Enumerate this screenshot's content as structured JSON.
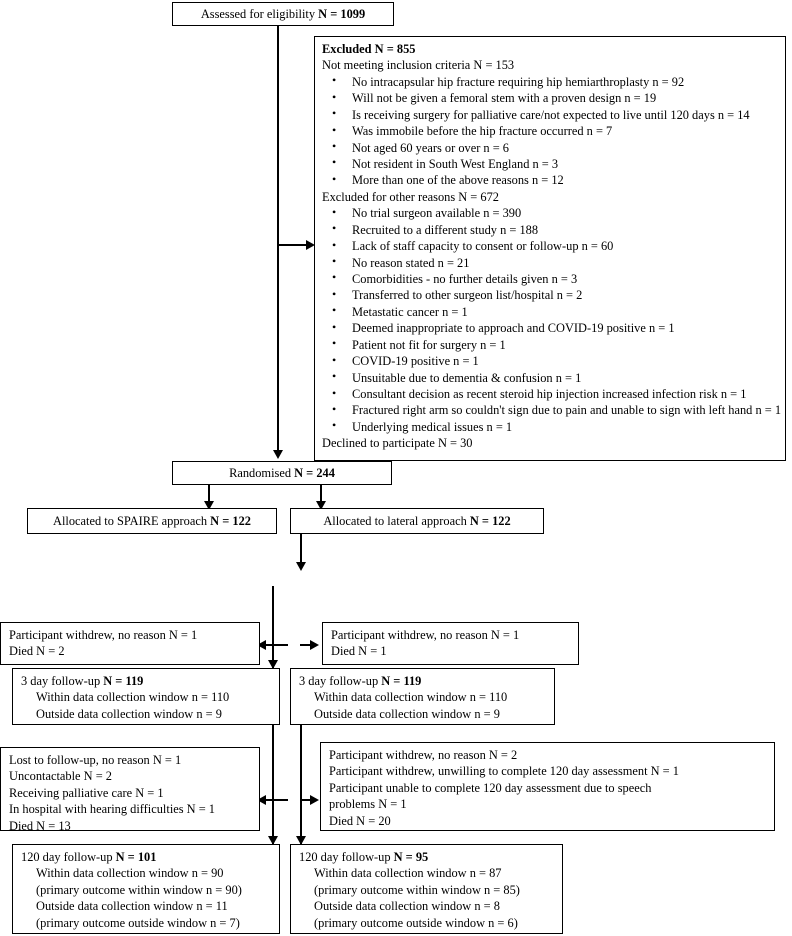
{
  "diagram": {
    "title": "CONSORT participant flow diagram",
    "type": "consort-flow"
  },
  "enrolment": {
    "assessed": {
      "label": "Assessed for eligibility ",
      "value": "N = 1099"
    }
  },
  "excluded": {
    "heading": "Excluded N = 855",
    "not_meeting_heading": "Not meeting inclusion criteria N = 153",
    "not_meeting_items": [
      "No intracapsular hip fracture requiring hip hemiarthroplasty n = 92",
      "Will not be given a femoral stem with a proven design n = 19",
      "Is receiving surgery for palliative care/not expected to live until 120 days n = 14",
      "Was immobile before the hip fracture occurred n = 7",
      "Not aged 60 years or over n = 6",
      "Not resident in South West England n = 3",
      "More than one of the above reasons n = 12"
    ],
    "other_reasons_heading": "Excluded for other reasons N = 672",
    "other_reasons_items": [
      "No trial surgeon available n = 390",
      "Recruited to a different study n = 188",
      "Lack of staff capacity to consent or follow-up n = 60",
      "No reason stated n = 21",
      "Comorbidities - no further details given n = 3",
      "Transferred to other surgeon list/hospital n = 2",
      "Metastatic cancer n = 1",
      "Deemed inappropriate to approach and COVID-19 positive n = 1",
      "Patient not fit for surgery n = 1",
      "COVID-19 positive n = 1",
      "Unsuitable due to dementia & confusion n = 1",
      "Consultant decision as recent steroid hip injection increased infection risk n = 1",
      "Fractured right arm so couldn't sign due to pain and unable to sign with left hand n = 1",
      "Underlying medical issues n = 1"
    ],
    "declined": "Declined to participate N = 30"
  },
  "randomised": {
    "label": "Randomised ",
    "value": "N = 244"
  },
  "allocation": {
    "left": {
      "label": "Allocated to SPAIRE approach ",
      "value": "N = 122"
    },
    "right": {
      "label": "Allocated to lateral approach ",
      "value": "N = 122"
    }
  },
  "left_arm": {
    "loss_3day": {
      "lines": [
        "Participant withdrew, no reason N = 1",
        "Died N = 2"
      ]
    },
    "followup_3day": {
      "label": "3 day follow-up ",
      "value": "N = 119",
      "lines": [
        "Within data collection window n = 110",
        "Outside data collection window n = 9"
      ]
    },
    "loss_120day": {
      "lines": [
        "Lost to follow-up, no reason N = 1",
        "Uncontactable N = 2",
        "Receiving palliative care N = 1",
        "In hospital with hearing difficulties N = 1",
        "Died N = 13"
      ]
    },
    "followup_120day": {
      "label": "120 day follow-up ",
      "value": "N = 101",
      "lines": [
        "Within data collection window n = 90",
        "(primary outcome within window n = 90)",
        "Outside data collection window n = 11",
        "(primary outcome outside window n = 7)"
      ]
    }
  },
  "right_arm": {
    "loss_3day": {
      "lines": [
        "Participant withdrew, no reason N = 1",
        "Died N = 1"
      ]
    },
    "followup_3day": {
      "label": "3 day follow-up ",
      "value": "N = 119",
      "lines": [
        "Within data collection window n = 110",
        "Outside data collection window n = 9"
      ]
    },
    "loss_120day": {
      "lines": [
        "Participant withdrew, no reason N = 2",
        "Participant withdrew, unwilling to complete 120 day assessment N = 1",
        "Participant unable to complete 120 day assessment due to speech",
        "problems N = 1",
        "Died N = 20"
      ]
    },
    "followup_120day": {
      "label": "120 day follow-up ",
      "value": "N = 95",
      "lines": [
        "Within data collection window n = 87",
        "(primary outcome within window n = 85)",
        "Outside data collection window n = 8",
        "(primary outcome outside window n = 6)"
      ]
    }
  },
  "colors": {
    "line": "#000000",
    "background": "#ffffff",
    "text": "#000000"
  }
}
